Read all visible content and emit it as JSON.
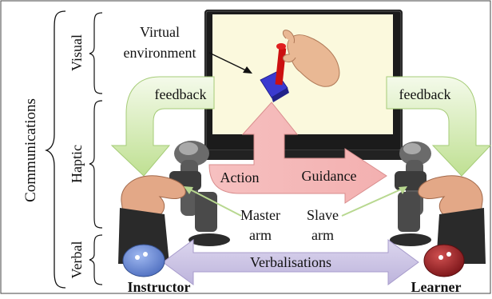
{
  "labels": {
    "communications": "Communications",
    "visual": "Visual",
    "haptic": "Haptic",
    "verbal": "Verbal",
    "virtual_environment_line1": "Virtual",
    "virtual_environment_line2": "environment",
    "feedback_left": "feedback",
    "feedback_right": "feedback",
    "action": "Action",
    "guidance": "Guidance",
    "master_line1": "Master",
    "master_line2": "arm",
    "slave_line1": "Slave",
    "slave_line2": "arm",
    "verbalisations": "Verbalisations",
    "instructor": "Instructor",
    "learner": "Learner"
  },
  "colors": {
    "feedback_arrow": "#c8e6a0",
    "action_arrow": "#f2b8b8",
    "verbal_arrow": "#cbc4e2",
    "instructor_disc": "#6f8fd8",
    "learner_disc": "#a5262a",
    "screen": "#fbf9dd",
    "monitor": "#1b1b1b"
  }
}
